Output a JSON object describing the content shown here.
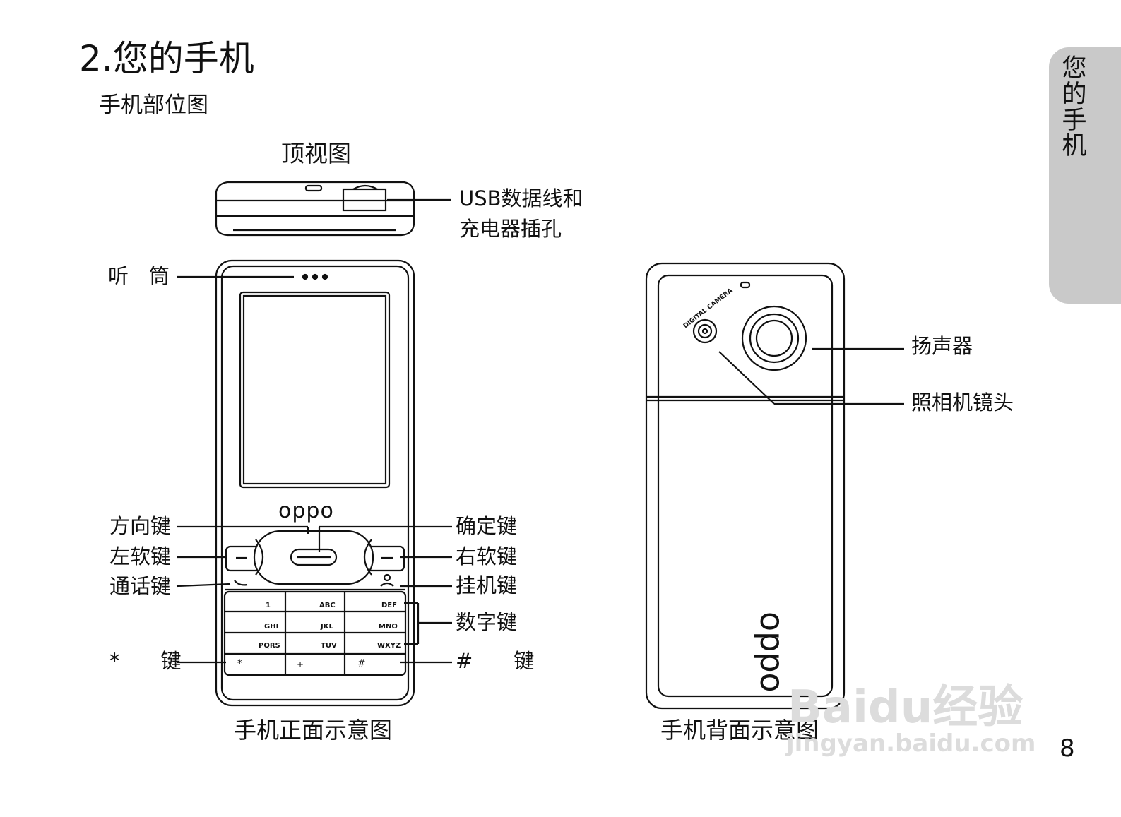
{
  "page": {
    "title": "2.您的手机",
    "subtitle": "手机部位图",
    "side_tab": "您的手机",
    "page_number": "8"
  },
  "top_view": {
    "title": "顶视图",
    "usb_label_line1": "USB数据线和",
    "usb_label_line2": "充电器插孔"
  },
  "front_view": {
    "caption": "手机正面示意图",
    "brand": "oppo",
    "labels": {
      "earpiece": "听　筒",
      "nav_key": "方向键",
      "left_soft_key": "左软键",
      "call_key": "通话键",
      "star_key": "*　　键",
      "ok_key": "确定键",
      "right_soft_key": "右软键",
      "end_key": "挂机键",
      "number_keys": "数字键",
      "hash_key": "#　　键"
    },
    "keypad": [
      [
        "1",
        "ABC",
        "DEF"
      ],
      [
        "GHI",
        "JKL",
        "MNO"
      ],
      [
        "PQRS",
        "TUV",
        "WXYZ"
      ],
      [
        "*",
        "+",
        "#"
      ]
    ]
  },
  "back_view": {
    "caption": "手机背面示意图",
    "camera_text": "DIGITAL CAMERA",
    "brand": "oppo",
    "labels": {
      "speaker": "扬声器",
      "camera_lens": "照相机镜头"
    }
  },
  "watermark": {
    "brand": "Baidu经验",
    "url": "jingyan.baidu.com"
  }
}
